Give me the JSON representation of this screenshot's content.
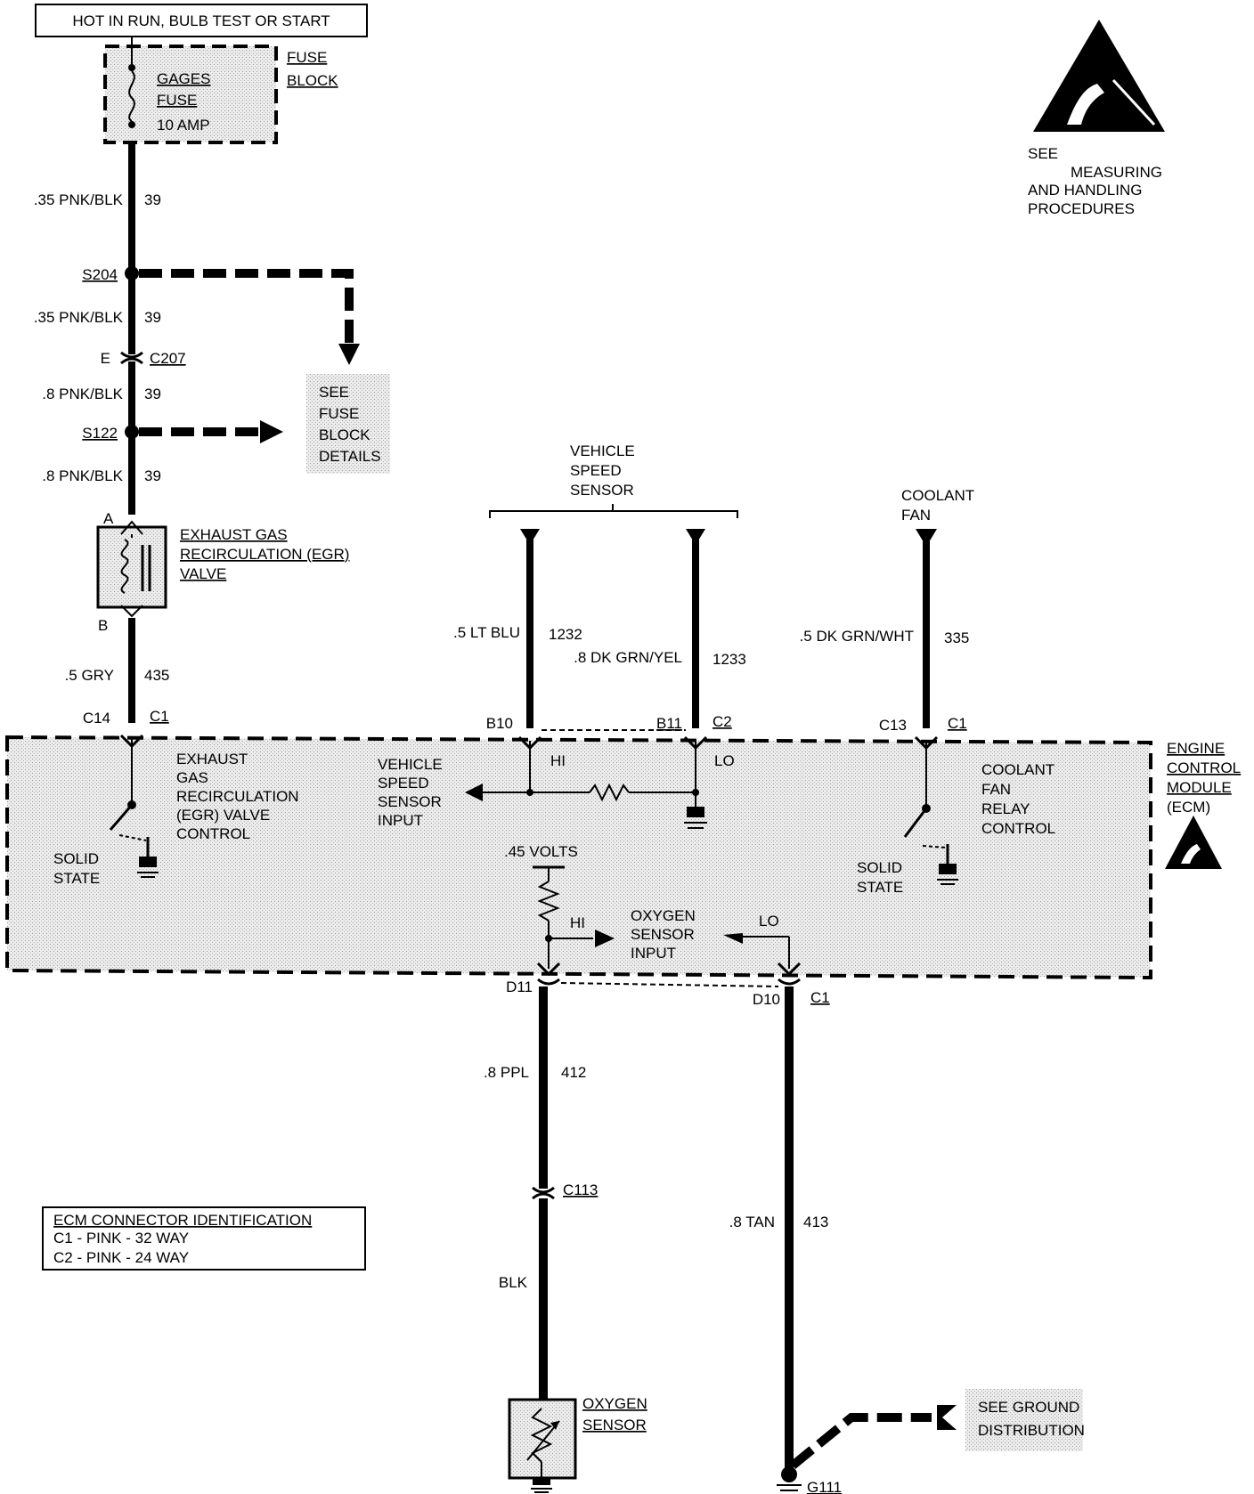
{
  "power_box": "HOT IN RUN, BULB TEST OR START",
  "fuse_block": {
    "block_lines": [
      "FUSE",
      "BLOCK"
    ],
    "fuse_lines": [
      "GAGES",
      "FUSE",
      "10 AMP"
    ]
  },
  "esd": {
    "lines": [
      "SEE",
      "MEASURING",
      "AND HANDLING",
      "PROCEDURES"
    ]
  },
  "left_circuit": {
    "w1_color": ".35 PNK/BLK",
    "w1_num": "39",
    "splice1": "S204",
    "w2_color": ".35 PNK/BLK",
    "w2_num": "39",
    "c207_pin": "E",
    "c207": "C207",
    "w3_color": ".8 PNK/BLK",
    "w3_num": "39",
    "splice2": "S122",
    "w4_color": ".8 PNK/BLK",
    "w4_num": "39",
    "egr_pin_a": "A",
    "egr_pin_b": "B",
    "egr_lines": [
      "EXHAUST GAS",
      "RECIRCULATION (EGR)",
      "VALVE"
    ],
    "w5_color": ".5 GRY",
    "w5_num": "435",
    "c14_pin": "C14",
    "c14_conn": "C1"
  },
  "fuse_details": [
    "SEE",
    "FUSE",
    "BLOCK",
    "DETAILS"
  ],
  "vss": {
    "title_lines": [
      "VEHICLE",
      "SPEED",
      "SENSOR"
    ],
    "w_hi_color": ".5 LT BLU",
    "w_hi_num": "1232",
    "w_lo_color": ".8 DK GRN/YEL",
    "w_lo_num": "1233",
    "pin_hi": "B10",
    "pin_lo": "B11",
    "conn": "C2",
    "hi": "HI",
    "lo": "LO",
    "input_lines": [
      "VEHICLE",
      "SPEED",
      "SENSOR",
      "INPUT"
    ]
  },
  "coolant": {
    "title_lines": [
      "COOLANT",
      "FAN"
    ],
    "w_color": ".5 DK GRN/WHT",
    "w_num": "335",
    "pin": "C13",
    "conn": "C1",
    "control_lines": [
      "COOLANT",
      "FAN",
      "RELAY",
      "CONTROL"
    ],
    "solid_state": [
      "SOLID",
      "STATE"
    ]
  },
  "ecm": {
    "lines": [
      "ENGINE",
      "CONTROL",
      "MODULE",
      "(ECM)"
    ],
    "egr_control_lines": [
      "EXHAUST",
      "GAS",
      "RECIRCULATION",
      "(EGR) VALVE",
      "CONTROL"
    ],
    "solid_state": [
      "SOLID",
      "STATE"
    ],
    "volts": ".45 VOLTS",
    "o2_hi": "HI",
    "o2_lo": "LO",
    "o2_input_lines": [
      "OXYGEN",
      "SENSOR",
      "INPUT"
    ]
  },
  "o2": {
    "pin_hi": "D11",
    "pin_lo": "D10",
    "conn": "C1",
    "w_hi_color": ".8 PPL",
    "w_hi_num": "412",
    "c113": "C113",
    "w_blk": "BLK",
    "w_lo_color": ".8 TAN",
    "w_lo_num": "413",
    "sensor_lines": [
      "OXYGEN",
      "SENSOR"
    ],
    "ground": "G111",
    "ground_dist": [
      "SEE GROUND",
      "DISTRIBUTION"
    ]
  },
  "connector_id": {
    "title": "ECM CONNECTOR IDENTIFICATION",
    "rows": [
      "C1 - PINK - 32 WAY",
      "C2 - PINK - 24 WAY"
    ]
  }
}
